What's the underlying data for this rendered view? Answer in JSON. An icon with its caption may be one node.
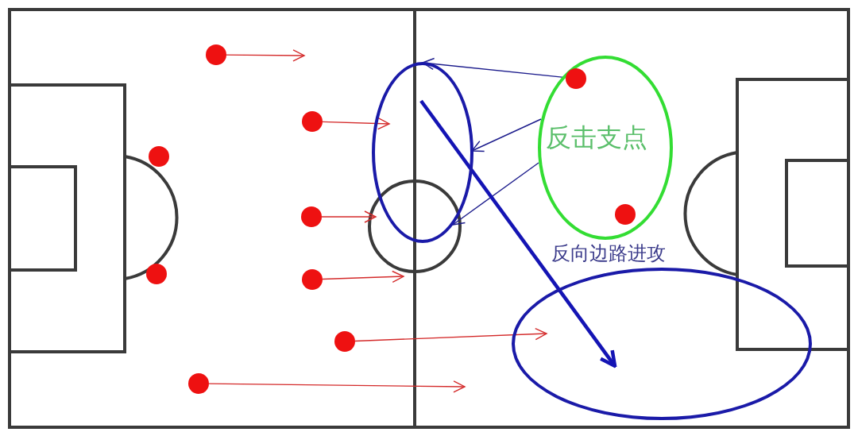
{
  "diagram": {
    "nodes": [
      {
        "text": [],
        "shape": "circle"
      },
      {
        "text": [],
        "shape": "ellipse"
      },
      {
        "text": [
          "反击支点"
        ]
      },
      {
        "text": [],
        "shape": "circle",
        "in": 2
      },
      {
        "text": [],
        "shape": "circle"
      },
      {
        "text": [],
        "shape": "circle"
      },
      {
        "text": [],
        "shape": "circle"
      },
      {
        "text": [],
        "shape": "circle",
        "in": 2
      },
      {
        "text": [],
        "shape": "circle"
      },
      {
        "text": [],
        "shape": "circle"
      },
      {
        "text": [
          "反向边路进攻"
        ]
      },
      {
        "text": [],
        "shape": "circle"
      },
      {
        "text": [],
        "shape": "circle"
      }
    ],
    "edges": [
      {
        "from": 0,
        "to": null,
        "arrow": "to"
      },
      {
        "from": 4,
        "to": 1,
        "arrow": "to"
      },
      {
        "from": 6,
        "to": 1,
        "arrow": "to"
      },
      {
        "from": 9,
        "to": null,
        "arrow": "to"
      },
      {
        "from": 11,
        "to": 10,
        "arrow": "to"
      },
      {
        "from": 12,
        "to": null,
        "arrow": "to"
      },
      {
        "from": 3,
        "to": 1,
        "arrow": "to",
        "color": "#1c1c8c"
      },
      {
        "from": 2,
        "to": 1,
        "arrow": "to",
        "color": "#1c1c8c"
      },
      {
        "from": 2,
        "to": 1,
        "arrow": "to",
        "color": "#1c1c8c"
      },
      {
        "from": 1,
        "to": 10,
        "arrow": "to",
        "style": "thick",
        "color": "#1414b4"
      }
    ]
  }
}
